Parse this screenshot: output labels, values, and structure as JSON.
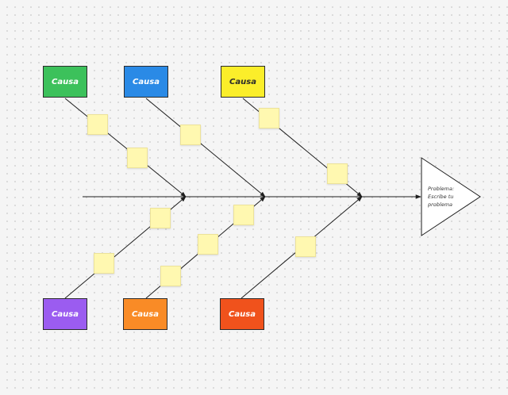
{
  "problem": {
    "lines": [
      "Problema:",
      "Escribe tu",
      "problema"
    ]
  },
  "causes": [
    {
      "label": "Causa",
      "color": "#3cc15b"
    },
    {
      "label": "Causa",
      "color": "#2a8ae6"
    },
    {
      "label": "Causa",
      "color": "#fbee2a"
    },
    {
      "label": "Causa",
      "color": "#9b5cf0"
    },
    {
      "label": "Causa",
      "color": "#f98b26"
    },
    {
      "label": "Causa",
      "color": "#f0521c"
    }
  ],
  "colors": {
    "line": "#1e1e1e",
    "sticky_note": "#fff8b0"
  }
}
